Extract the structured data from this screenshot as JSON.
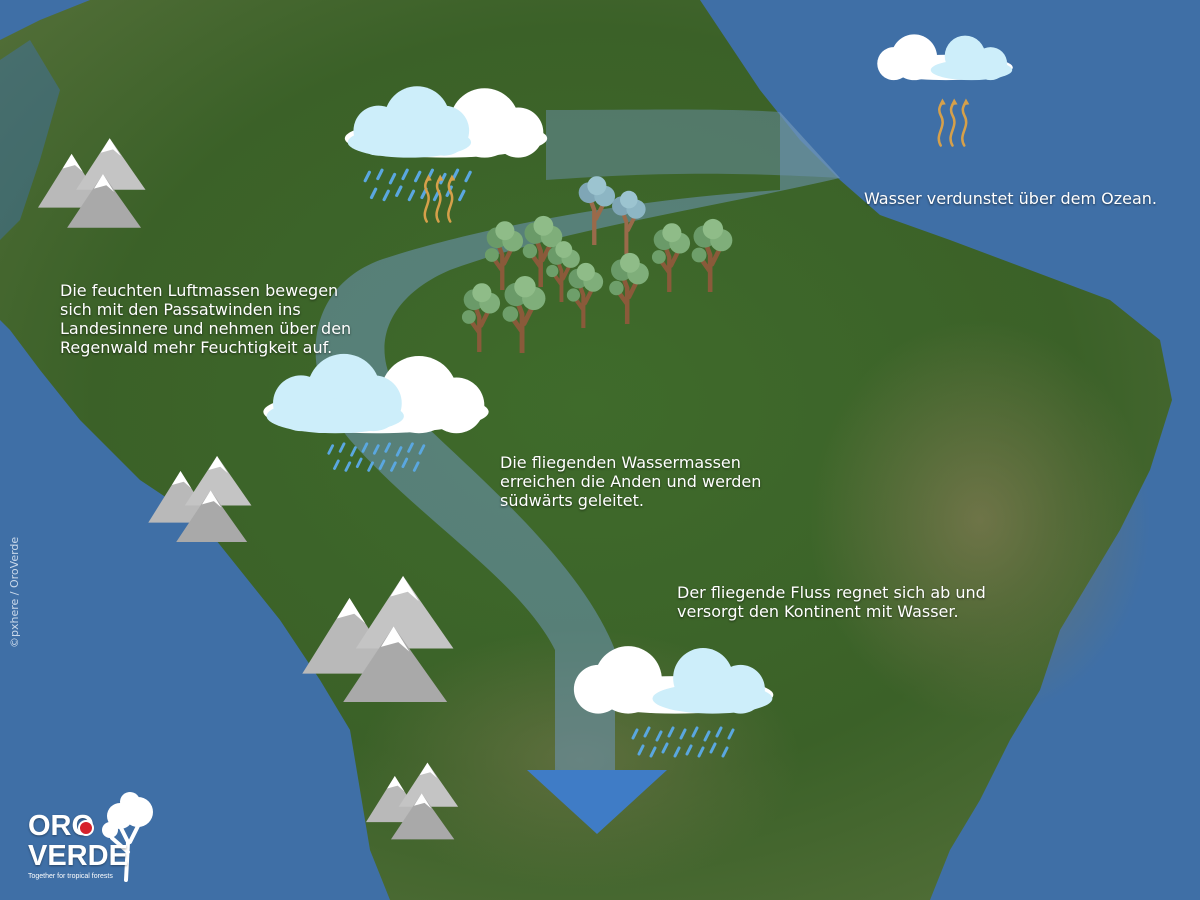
{
  "captions": {
    "ocean": [
      "Wasser verdunstet über dem Ozean."
    ],
    "moist_air": [
      "Die feuchten Luftmassen bewegen",
      "sich mit den Passatwinden ins",
      "Landesinnere und nehmen über den",
      "Regenwald mehr Feuchtigkeit auf."
    ],
    "andes": [
      "Die fliegenden Wassermassen",
      "erreichen die Anden und werden",
      "südwärts geleitet."
    ],
    "rain_out": [
      "Der fliegende Fluss regnet sich ab und",
      "versorgt den Kontinent mit Wasser."
    ]
  },
  "credit": "©pxhere / OroVerde",
  "logo": {
    "word_1": "ORO",
    "word_2": "VERDE",
    "tagline": "Together for tropical forests"
  },
  "colors": {
    "ocean": "#3f6fa6",
    "land": "#3d6a2c",
    "flow_band": "#6e95b8",
    "arrow_head": "#3f7cc6",
    "cloud_white": "#ffffff",
    "cloud_light_blue": "#cdeefa",
    "rain": "#5aa7e0",
    "evaporation": "#d6a04a",
    "mountain": "#b9b9b9",
    "logo_dot": "#d6222c"
  },
  "icons": [
    "cloud-icon",
    "rain-icon",
    "evaporation-icon",
    "mountain-icon",
    "tree-icon"
  ]
}
